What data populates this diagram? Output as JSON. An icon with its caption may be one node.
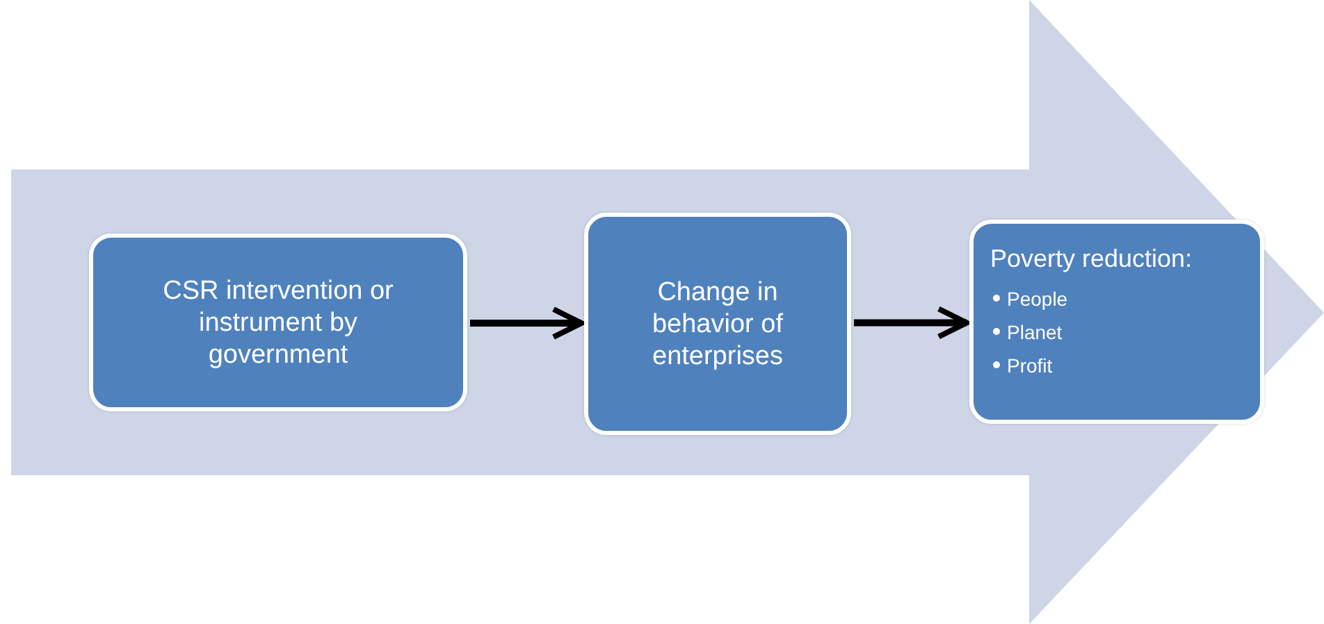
{
  "diagram": {
    "nodes": [
      {
        "text": [
          "CSR intervention or instrument by government"
        ]
      },
      {
        "text": [
          "Change in behavior of enterprises"
        ]
      },
      {
        "text": [
          "Poverty reduction:",
          "People",
          "Planet",
          "Profit"
        ]
      }
    ],
    "edges": [
      {
        "from": 0,
        "to": 1,
        "arrow": "to"
      },
      {
        "from": 1,
        "to": 2,
        "arrow": "to"
      }
    ]
  }
}
